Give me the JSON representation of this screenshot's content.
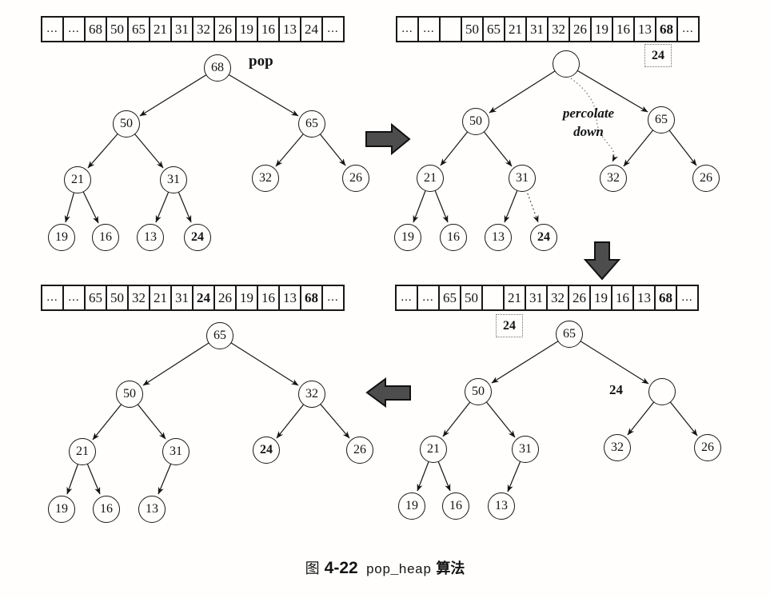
{
  "caption": {
    "fig_word": "图",
    "number": "4-22",
    "code": "pop_heap",
    "suffix": "算法"
  },
  "labels": {
    "pop": "pop",
    "percolate_1": "percolate",
    "percolate_2": "down"
  },
  "style": {
    "ink_color": "#1a1a1a",
    "block_arrow_fill": "#4d4d4d"
  },
  "panels": [
    {
      "name": "top-left-initial-heap",
      "array": [
        "...",
        "...",
        "68",
        "50",
        "65",
        "21",
        "31",
        "32",
        "26",
        "19",
        "16",
        "13",
        "24",
        "..."
      ],
      "nodes": [
        "68",
        "50",
        "65",
        "21",
        "31",
        "32",
        "26",
        "19",
        "16",
        "13",
        "24"
      ]
    },
    {
      "name": "top-right-root-popped",
      "array": [
        "...",
        "...",
        "",
        "50",
        "65",
        "21",
        "31",
        "32",
        "26",
        "19",
        "16",
        "13",
        "68",
        "..."
      ],
      "held": "24",
      "nodes": [
        "",
        "50",
        "65",
        "21",
        "31",
        "32",
        "26",
        "19",
        "16",
        "13",
        "24"
      ]
    },
    {
      "name": "bottom-left-final-heap",
      "array": [
        "...",
        "...",
        "65",
        "50",
        "32",
        "21",
        "31",
        "24",
        "26",
        "19",
        "16",
        "13",
        "68",
        "..."
      ],
      "nodes": [
        "65",
        "50",
        "32",
        "21",
        "31",
        "24",
        "26",
        "19",
        "16",
        "13"
      ]
    },
    {
      "name": "bottom-right-percolating",
      "array": [
        "...",
        "...",
        "65",
        "50",
        "",
        "21",
        "31",
        "32",
        "26",
        "19",
        "16",
        "13",
        "68",
        "..."
      ],
      "held": "24",
      "moving_label": "24",
      "nodes": [
        "65",
        "50",
        "",
        "21",
        "31",
        "32",
        "26",
        "19",
        "16",
        "13"
      ]
    }
  ]
}
